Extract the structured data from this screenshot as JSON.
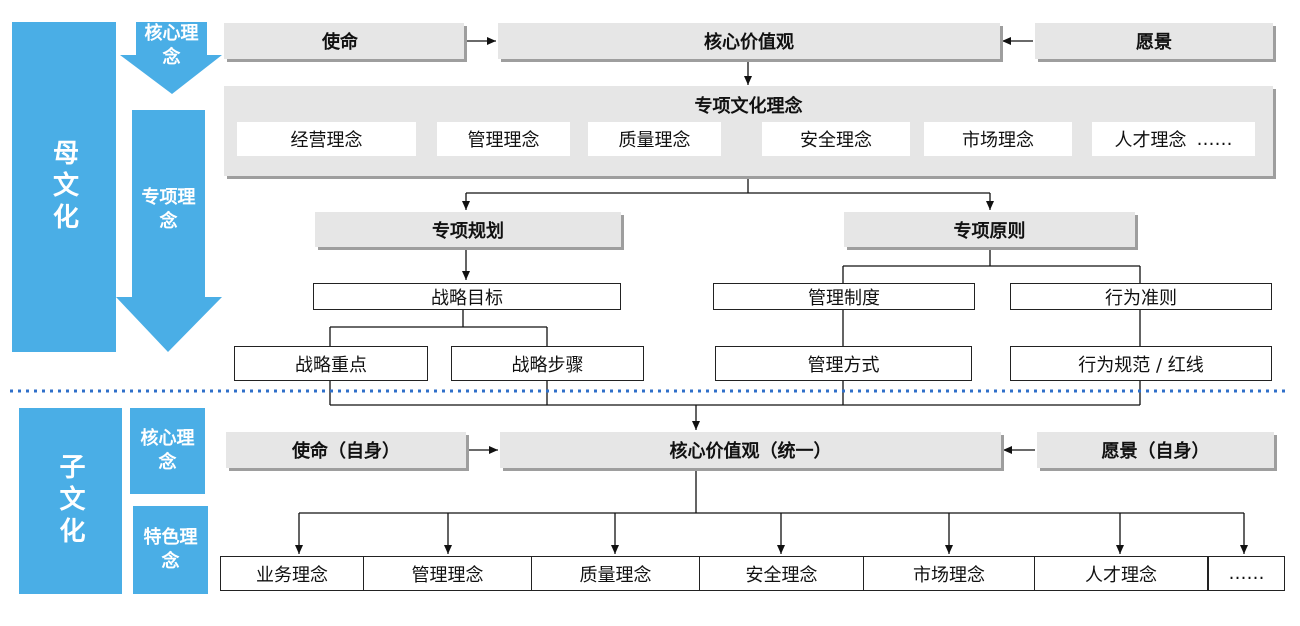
{
  "parent": {
    "side_label": "母文化",
    "core_tag": "核心理念",
    "special_tag": "专项理念",
    "mission": "使命",
    "core_values": "核心价值观",
    "vision": "愿景",
    "special_concepts": {
      "title": "专项文化理念",
      "items": [
        "经营理念",
        "管理理念",
        "质量理念",
        "安全理念",
        "市场理念",
        "人才理念"
      ],
      "more": "……"
    },
    "planning": {
      "title": "专项规划",
      "goal": "战略目标",
      "children": [
        "战略重点",
        "战略步骤"
      ]
    },
    "principles": {
      "title": "专项原则",
      "system": "管理制度",
      "system_child": "管理方式",
      "conduct": "行为准则",
      "conduct_child": "行为规范 / 红线"
    }
  },
  "child": {
    "side_label": "子文化",
    "core_tag": "核心理念",
    "feature_tag": "特色理念",
    "mission": "使命（自身）",
    "core_values": "核心价值观（统一）",
    "vision": "愿景（自身）",
    "items": [
      "业务理念",
      "管理理念",
      "质量理念",
      "安全理念",
      "市场理念",
      "人才理念",
      "……"
    ]
  },
  "colors": {
    "accent_blue": "#4aaee6",
    "divider_blue": "#2f6fc9",
    "box_gray": "#e6e6e6"
  }
}
